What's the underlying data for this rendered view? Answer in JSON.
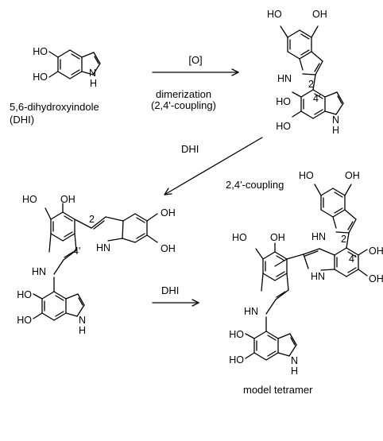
{
  "atoms": {
    "ho": "HO",
    "oh": "OH",
    "nh": "N",
    "h": "H",
    "hn": "HN",
    "pos2": "2",
    "pos4p": "4'"
  },
  "labels": {
    "dhi_name": "5,6-dihydroxyindole",
    "dhi_abbr": "(DHI)",
    "reagent_ox": "[O]",
    "dimerization": "dimerization",
    "coupling_paren": "(2,4'-coupling)",
    "dhi_reagent_1": "DHI",
    "coupling": "2,4'-coupling",
    "dhi_reagent_2": "DHI",
    "tetramer": "model tetramer"
  }
}
